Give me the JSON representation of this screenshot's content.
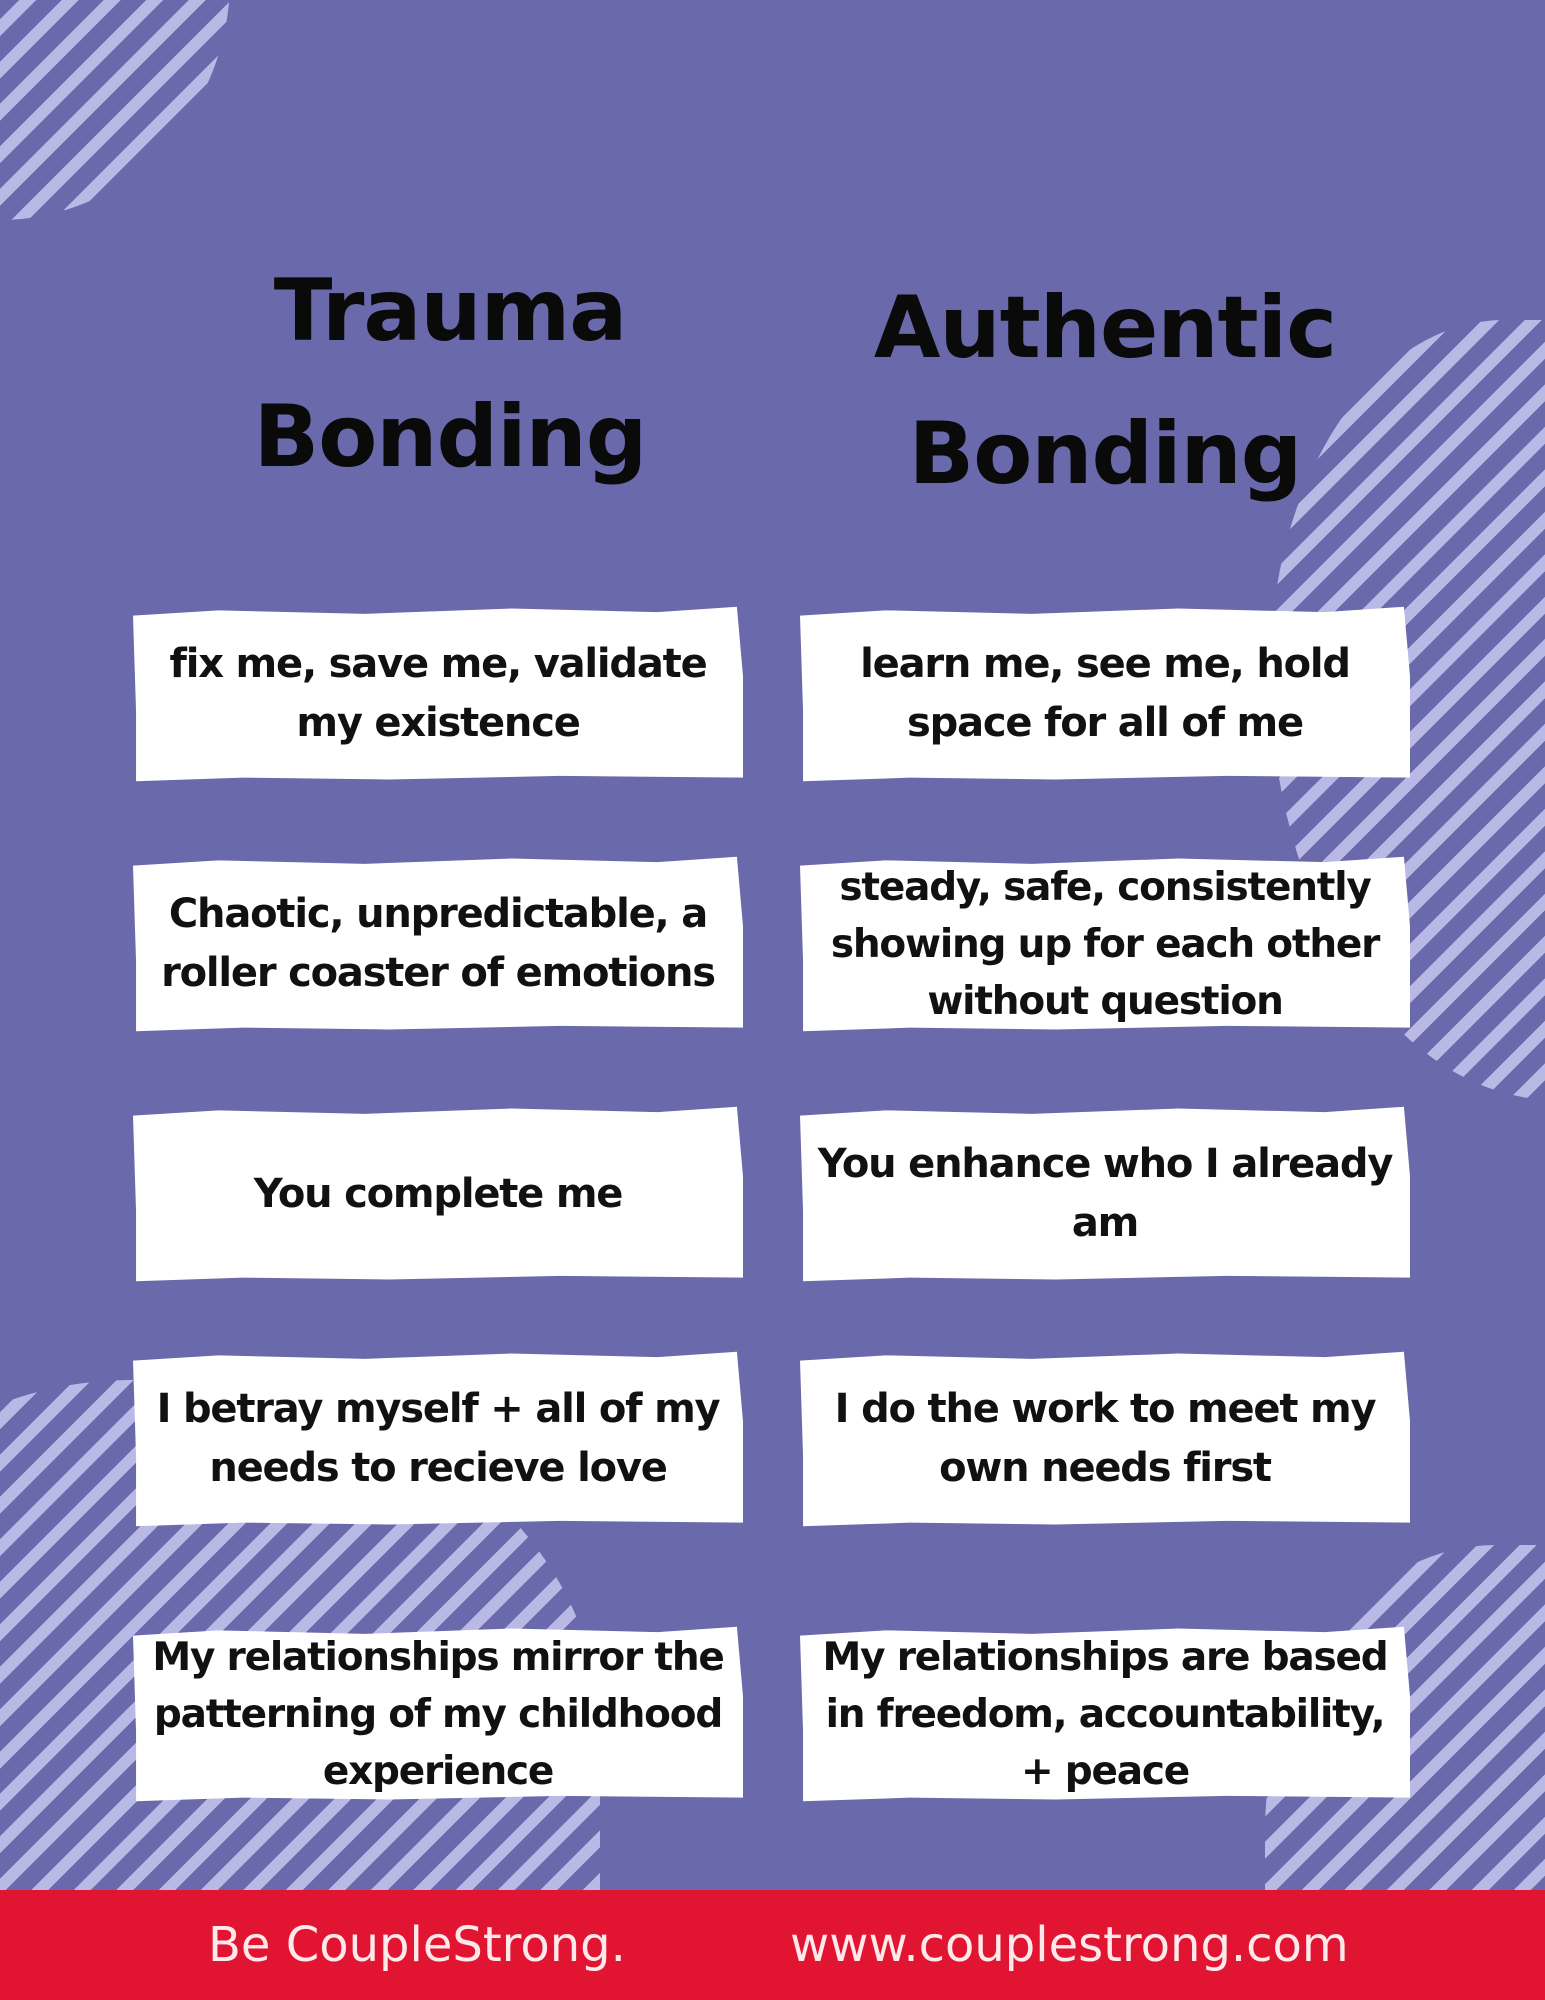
{
  "colors": {
    "background": "#6969ab",
    "stripe": "#b9b9e6",
    "card": "#ffffff",
    "footer": "#e11531"
  },
  "columns": [
    {
      "title_line1": "Trauma",
      "title_line2": "Bonding",
      "items": [
        "fix me, save me, validate my existence",
        "Chaotic, unpredictable, a roller coaster of emotions",
        "You complete me",
        "I betray myself + all of my needs to recieve love",
        "My relationships mirror the patterning of my childhood experience"
      ]
    },
    {
      "title_line1": "Authentic",
      "title_line2": "Bonding",
      "items": [
        "learn me, see me, hold space for all of me",
        "steady, safe, consistently showing up for each other without question",
        "You enhance who I already am",
        "I do the work to meet my own needs first",
        "My relationships are based in freedom, accountability, + peace"
      ]
    }
  ],
  "footer": {
    "tagline": "Be CoupleStrong.",
    "url": "www.couplestrong.com"
  }
}
